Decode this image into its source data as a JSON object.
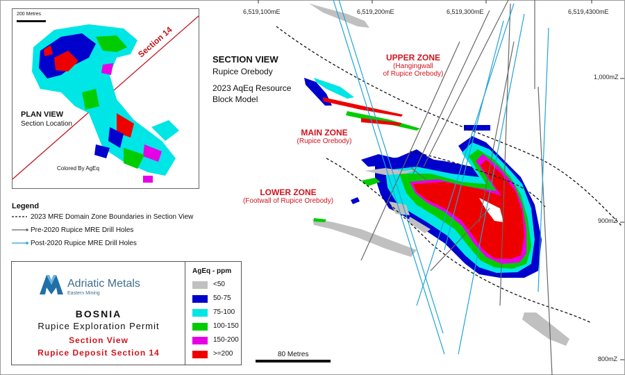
{
  "easting_labels": [
    "6,519,100mE",
    "6,519,200mE",
    "6,519,300mE",
    "6,519,4300mE"
  ],
  "elevation_labels": [
    "1,000mZ",
    "900mZ",
    "800mZ"
  ],
  "section_title": "SECTION VIEW",
  "section_subtitle_1": "Rupice Orebody",
  "section_subtitle_2": "2023 AqEq Resource",
  "section_subtitle_3": "Block Model",
  "upper_zone": {
    "title": "UPPER ZONE",
    "line1": "(Hangingwall",
    "line2": "of Rupice Orebody)"
  },
  "main_zone": {
    "title": "MAIN ZONE",
    "line1": "(Rupice Orebody)"
  },
  "lower_zone": {
    "title": "LOWER ZONE",
    "line1": "(Footwall of Rupice Orebody)"
  },
  "inset": {
    "scale_label": "200 Metres",
    "section_label": "Section 14",
    "plan_title": "PLAN VIEW",
    "plan_sub": "Section Location",
    "colored_by": "Colored By AgEq"
  },
  "legend": {
    "title": "Legend",
    "items": [
      {
        "label": "2023 MRE  Domain Zone Boundaries in Section View"
      },
      {
        "label": "Pre-2020 Rupice MRE Drill Holes"
      },
      {
        "label": "Post-2020 Rupice MRE Drill Holes"
      }
    ]
  },
  "titlebox": {
    "company": "Adriatic Metals",
    "company_sub": "Eastern Mining",
    "country": "BOSNIA",
    "permit": "Rupice Exploration Permit",
    "view": "Section View",
    "deposit": "Rupice Deposit Section 14"
  },
  "agbox": {
    "title": "AgEq - ppm",
    "classes": [
      {
        "label": "<50",
        "color": "#c0c0c0"
      },
      {
        "label": "50-75",
        "color": "#0000cc"
      },
      {
        "label": "75-100",
        "color": "#00e5e5"
      },
      {
        "label": "100-150",
        "color": "#00cc00"
      },
      {
        "label": "150-200",
        "color": "#e600e6"
      },
      {
        "label": ">=200",
        "color": "#ee0000"
      }
    ]
  },
  "scale_bar": "80 Metres",
  "colors": {
    "red": "#d0141d",
    "blue_hole": "#1fa3d6",
    "grey_hole": "#666666"
  }
}
